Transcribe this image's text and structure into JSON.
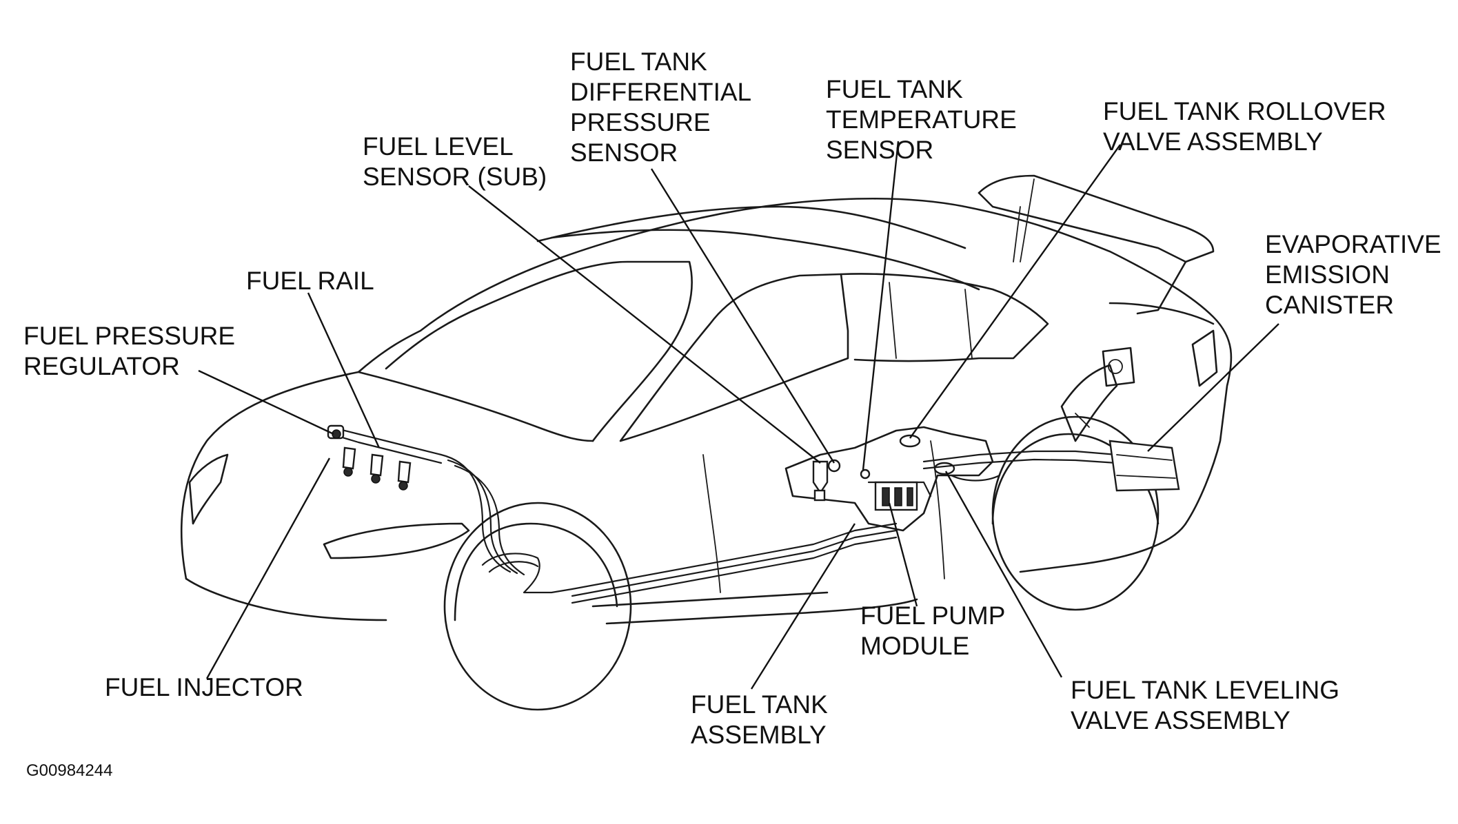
{
  "labels": {
    "fuel_tank_differential_pressure_sensor": [
      "FUEL TANK",
      "DIFFERENTIAL",
      "PRESSURE",
      "SENSOR"
    ],
    "fuel_tank_temperature_sensor": [
      "FUEL TANK",
      "TEMPERATURE",
      "SENSOR"
    ],
    "fuel_level_sensor_sub": [
      "FUEL LEVEL",
      "SENSOR (SUB)"
    ],
    "fuel_tank_rollover_valve_assembly": [
      "FUEL TANK ROLLOVER",
      "VALVE ASSEMBLY"
    ],
    "evaporative_emission_canister": [
      "EVAPORATIVE",
      "EMISSION",
      "CANISTER"
    ],
    "fuel_rail": [
      "FUEL RAIL"
    ],
    "fuel_pressure_regulator": [
      "FUEL PRESSURE",
      "REGULATOR"
    ],
    "fuel_injector": [
      "FUEL INJECTOR"
    ],
    "fuel_pump_module": [
      "FUEL PUMP",
      "MODULE"
    ],
    "fuel_tank_assembly": [
      "FUEL TANK",
      "ASSEMBLY"
    ],
    "fuel_tank_leveling_valve_assembly": [
      "FUEL TANK LEVELING",
      "VALVE ASSEMBLY"
    ]
  },
  "figure_code": "G00984244"
}
